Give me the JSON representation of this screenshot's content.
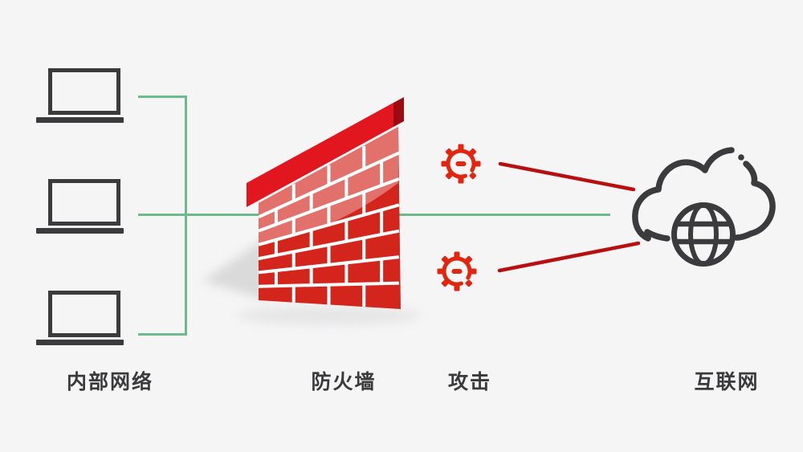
{
  "labels": {
    "internal_network": "内部网络",
    "firewall": "防火墙",
    "attack": "攻击",
    "internet": "互联网"
  },
  "colors": {
    "bg": "#f5f5f6",
    "icon": "#3b3b3d",
    "text": "#3a3a3c",
    "green": "#6cbb8b",
    "redline": "#b80f0f",
    "virus": "#e1250e",
    "brick": "#d3251c",
    "mortar": "#ffffff",
    "cap": "#e2161f",
    "captop": "#c90f17",
    "capside": "#9f0a10",
    "shadow": "#c4c4c4"
  },
  "diagram": {
    "type": "network-security-diagram",
    "nodes": [
      {
        "id": "internal-network",
        "label": "内部网络",
        "icon": "laptop-icon",
        "icon_count": 3,
        "position": "left"
      },
      {
        "id": "firewall",
        "label": "防火墙",
        "icon": "brick-wall-icon",
        "position": "center-left"
      },
      {
        "id": "attack",
        "label": "攻击",
        "icon": "virus-icon",
        "icon_count": 2,
        "position": "center-right"
      },
      {
        "id": "internet",
        "label": "互联网",
        "icon": "cloud-globe-icon",
        "position": "right"
      }
    ],
    "edges": [
      {
        "from": "internal-network",
        "to": "internet",
        "via": "firewall",
        "style": "green-solid",
        "meaning": "allowed traffic passes through firewall"
      },
      {
        "from": "attack-virus-top",
        "to": "internet",
        "style": "red-solid",
        "meaning": "attack path"
      },
      {
        "from": "attack-virus-bottom",
        "to": "internet",
        "style": "red-solid",
        "meaning": "attack path"
      }
    ]
  }
}
